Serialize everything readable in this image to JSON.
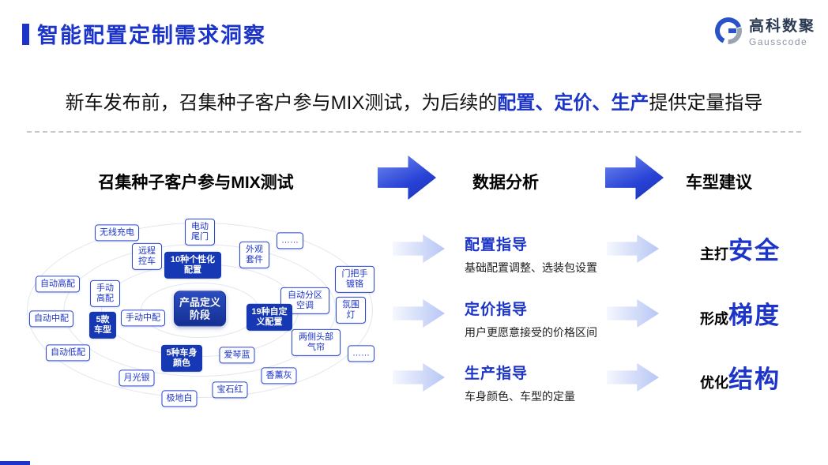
{
  "slide": {
    "title": "智能配置定制需求洞察",
    "subtitle": {
      "pre": "新车发布前，召集种子客户参与MIX测试，为后续的",
      "highlight": "配置、定价、生产",
      "post": "提供定量指导"
    }
  },
  "logo": {
    "name": "高科数聚",
    "subname": "Gausscode"
  },
  "flow": {
    "left_heading": "召集种子客户参与MIX测试",
    "mid_heading": "数据分析",
    "right_heading": "车型建议"
  },
  "diagram": {
    "center_label": "产品定义阶段",
    "nodes": [
      {
        "label": "无线充电",
        "type": "plain"
      },
      {
        "label": "电动尾门",
        "type": "plain"
      },
      {
        "label": "远程控车",
        "type": "plain"
      },
      {
        "label": "10种个性化配置",
        "type": "primary"
      },
      {
        "label": "外观套件",
        "type": "plain"
      },
      {
        "label": "……",
        "type": "plain"
      },
      {
        "label": "门把手镀铬",
        "type": "plain"
      },
      {
        "label": "自动高配",
        "type": "plain"
      },
      {
        "label": "手动高配",
        "type": "plain"
      },
      {
        "label": "自动分区空调",
        "type": "plain"
      },
      {
        "label": "氛围灯",
        "type": "plain"
      },
      {
        "label": "自动中配",
        "type": "plain"
      },
      {
        "label": "手动中配",
        "type": "plain"
      },
      {
        "label": "5款车型",
        "type": "primary"
      },
      {
        "label": "19种自定义配置",
        "type": "primary"
      },
      {
        "label": "两侧头部气帘",
        "type": "plain"
      },
      {
        "label": "……",
        "type": "plain"
      },
      {
        "label": "自动低配",
        "type": "plain"
      },
      {
        "label": "5种车身颜色",
        "type": "primary"
      },
      {
        "label": "爱琴蓝",
        "type": "plain"
      },
      {
        "label": "香薰灰",
        "type": "plain"
      },
      {
        "label": "月光银",
        "type": "plain"
      },
      {
        "label": "极地白",
        "type": "plain"
      },
      {
        "label": "宝石红",
        "type": "plain"
      }
    ]
  },
  "analysis": [
    {
      "title": "配置指导",
      "desc": "基础配置调整、选装包设置"
    },
    {
      "title": "定价指导",
      "desc": "用户更愿意接受的价格区间"
    },
    {
      "title": "生产指导",
      "desc": "车身颜色、车型的定量"
    }
  ],
  "suggestions": [
    {
      "prefix": "主打",
      "keyword": "安全"
    },
    {
      "prefix": "形成",
      "keyword": "梯度"
    },
    {
      "prefix": "优化",
      "keyword": "结构"
    }
  ],
  "colors": {
    "primary_blue": "#1c34c8",
    "node_fill": "#1638b4",
    "arrow_dark": "#2742d6",
    "arrow_light": "#b7c6f5"
  }
}
